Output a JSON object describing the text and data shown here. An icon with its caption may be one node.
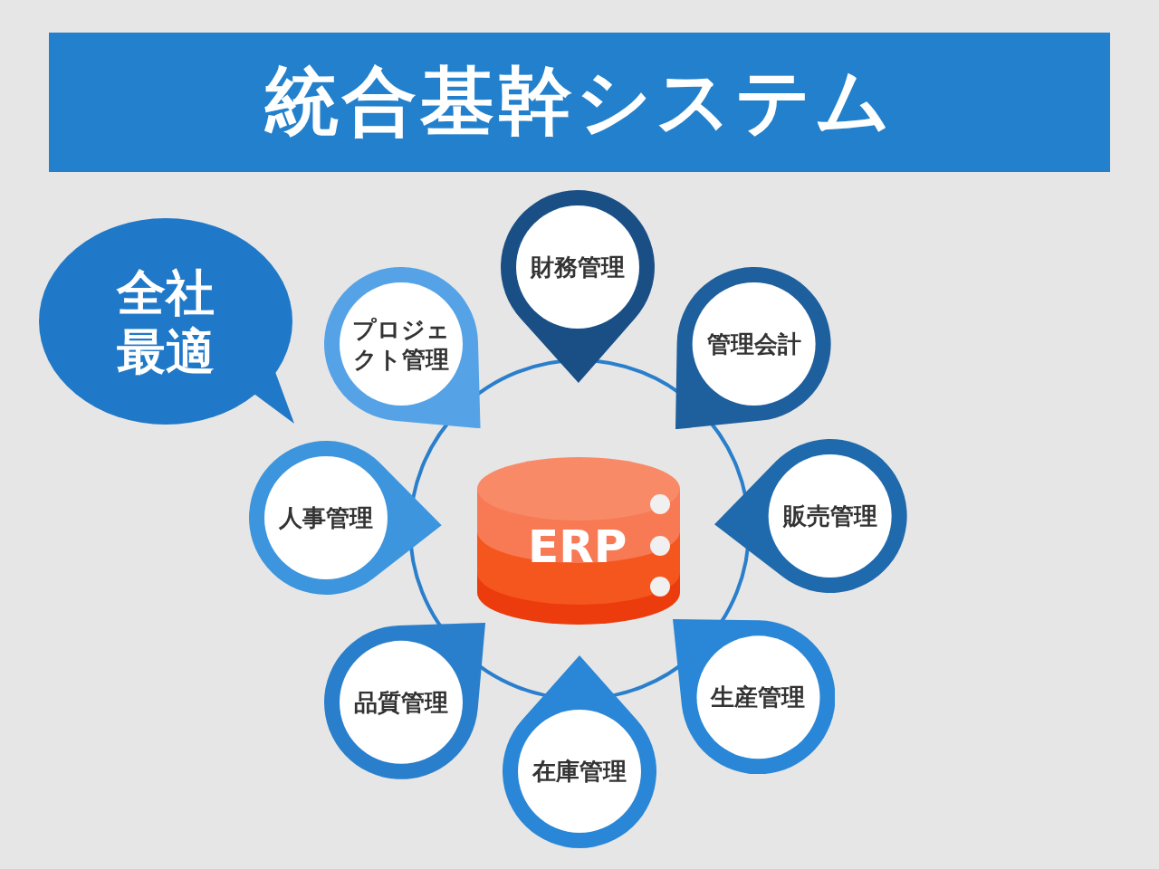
{
  "diagram": {
    "title": "統合基幹システム",
    "nodes": [
      {
        "text": [
          "ERP"
        ]
      },
      {
        "text": [
          "財務管理"
        ]
      },
      {
        "text": [
          "管理会計"
        ]
      },
      {
        "text": [
          "販売管理"
        ]
      },
      {
        "text": [
          "生産管理"
        ]
      },
      {
        "text": [
          "在庫管理"
        ]
      },
      {
        "text": [
          "品質管理"
        ]
      },
      {
        "text": [
          "人事管理"
        ]
      },
      {
        "text": [
          "プロジェクト管理"
        ]
      },
      {
        "text": [
          "全社最適"
        ]
      }
    ],
    "edges": []
  }
}
